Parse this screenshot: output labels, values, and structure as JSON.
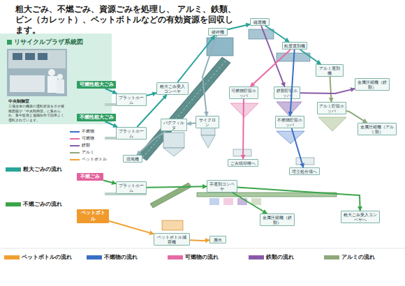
{
  "diagram": {
    "title": "粗大ごみ、不燃ごみ、資源ごみを処理し、 アルミ、鉄類、ビン（カレット）、ペットボトルなどの有効資源を回収します。",
    "nodes": [
      {
        "text": [
          "可燃性粗大ごみ"
        ]
      },
      {
        "text": [
          "プラットホーム"
        ]
      },
      {
        "text": [
          "不燃性粗大ごみ"
        ]
      },
      {
        "text": [
          "プラットホーム"
        ]
      },
      {
        "text": [
          "粗大ごみ受入コンベヤ"
        ]
      },
      {
        "text": [
          "破砕機"
        ]
      },
      {
        "text": [
          "磁選機"
        ]
      },
      {
        "text": [
          "粒度選別機"
        ]
      },
      {
        "text": [
          "アルミ選別機"
        ]
      },
      {
        "text": [
          "鉄類貯留ホッパ"
        ]
      },
      {
        "text": [
          "アルミ貯留ホッパ"
        ]
      },
      {
        "text": [
          "不燃物貯留ホッパ"
        ]
      },
      {
        "text": [
          "可燃物貯留ホッパ"
        ]
      },
      {
        "text": [
          "バグフィルタ"
        ]
      },
      {
        "text": [
          "サイクロン"
        ]
      },
      {
        "text": [
          "排風機"
        ]
      },
      {
        "text": [
          "ごみ焼却棟へ"
        ]
      },
      {
        "text": [
          "埋立処分場へ"
        ]
      },
      {
        "text": [
          "金属圧縮機（鉄類）"
        ]
      },
      {
        "text": [
          "金属圧縮機（アルミ類）"
        ]
      },
      {
        "text": [
          "不燃ごみ"
        ]
      },
      {
        "text": [
          "プラットホーム"
        ]
      },
      {
        "text": [
          "手選別コンベヤ"
        ]
      },
      {
        "text": [
          "金属圧縮機（鉄類）"
        ]
      },
      {
        "text": [
          "ペットボトル"
        ]
      },
      {
        "text": [
          "ペットボトル減容機"
        ]
      },
      {
        "text": [
          "搬出"
        ]
      },
      {
        "text": [
          "粗大ごみ受入コンベヤへ"
        ]
      }
    ],
    "edges": [
      {
        "from": 0,
        "to": 1,
        "arrow": "to"
      },
      {
        "from": 2,
        "to": 3,
        "arrow": "to"
      },
      {
        "from": 1,
        "to": 4,
        "arrow": "to"
      },
      {
        "from": 3,
        "to": 4,
        "arrow": "to"
      },
      {
        "from": 4,
        "to": 5,
        "arrow": "to"
      },
      {
        "from": 5,
        "to": 6,
        "arrow": "to"
      },
      {
        "from": 6,
        "to": 7,
        "arrow": "to"
      },
      {
        "from": 6,
        "to": 9,
        "arrow": "to"
      },
      {
        "from": 7,
        "to": 8,
        "arrow": "to"
      },
      {
        "from": 8,
        "to": 10,
        "arrow": "to"
      },
      {
        "from": 7,
        "to": 11,
        "arrow": "to"
      },
      {
        "from": 7,
        "to": 12,
        "arrow": "to"
      },
      {
        "from": 9,
        "to": 18,
        "arrow": "to"
      },
      {
        "from": 10,
        "to": 19,
        "arrow": "to"
      },
      {
        "from": 12,
        "to": 16,
        "arrow": "to"
      },
      {
        "from": 11,
        "to": 17,
        "arrow": "to"
      },
      {
        "from": 5,
        "to": 14,
        "arrow": "to"
      },
      {
        "from": 14,
        "to": 13,
        "arrow": "to"
      },
      {
        "from": 13,
        "to": 15,
        "arrow": "to"
      },
      {
        "from": 20,
        "to": 21,
        "arrow": "to"
      },
      {
        "from": 21,
        "to": 22,
        "arrow": "to"
      },
      {
        "from": 22,
        "to": 23,
        "arrow": "to"
      },
      {
        "from": 22,
        "to": 27,
        "arrow": "to"
      },
      {
        "from": 24,
        "to": 25,
        "arrow": "to"
      },
      {
        "from": 25,
        "to": 26,
        "arrow": "to"
      }
    ],
    "labels": [
      "リサイクルプラザ系統図",
      "中央制御室",
      "工場全体の機器の運転状況を示す模擬図版が「中央制御室」に集められ、集中監視と遠隔操作で効率よく運転されています。"
    ],
    "legend": [
      {
        "text": "不燃物",
        "color": "#3a6fc4"
      },
      {
        "text": "可燃物",
        "color": "#e66aa5"
      },
      {
        "text": "鉄類",
        "color": "#8a5aa8"
      },
      {
        "text": "アルミ",
        "color": "#8fa87a"
      },
      {
        "text": "ペットボトル",
        "color": "#f0a030"
      },
      {
        "text": "粗大ごみの流れ",
        "color": "#2aa39a"
      },
      {
        "text": "不燃ごみの流れ",
        "color": "#3aa54a"
      },
      {
        "text": "ペットボトルの流れ",
        "color": "#f0a030"
      },
      {
        "text": "不燃物の流れ",
        "color": "#3a6fc4"
      },
      {
        "text": "可燃物の流れ",
        "color": "#e66aa5"
      },
      {
        "text": "鉄類の流れ",
        "color": "#8a5aa8"
      },
      {
        "text": "アルミの流れ",
        "color": "#8fa87a"
      }
    ]
  }
}
